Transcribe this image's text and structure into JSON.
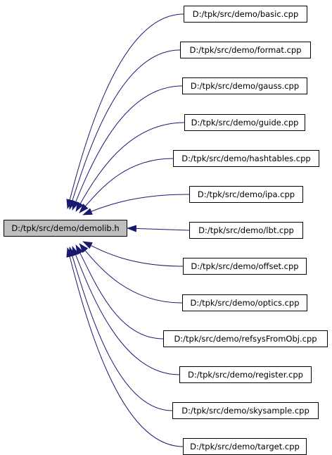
{
  "graph": {
    "root": {
      "label": "D:/tpk/src/demo/demolib.h",
      "fill": "#bfbfbf"
    },
    "includers": [
      {
        "label": "D:/tpk/src/demo/basic.cpp"
      },
      {
        "label": "D:/tpk/src/demo/format.cpp"
      },
      {
        "label": "D:/tpk/src/demo/gauss.cpp"
      },
      {
        "label": "D:/tpk/src/demo/guide.cpp"
      },
      {
        "label": "D:/tpk/src/demo/hashtables.cpp"
      },
      {
        "label": "D:/tpk/src/demo/ipa.cpp"
      },
      {
        "label": "D:/tpk/src/demo/lbt.cpp"
      },
      {
        "label": "D:/tpk/src/demo/offset.cpp"
      },
      {
        "label": "D:/tpk/src/demo/optics.cpp"
      },
      {
        "label": "D:/tpk/src/demo/refsysFromObj.cpp"
      },
      {
        "label": "D:/tpk/src/demo/register.cpp"
      },
      {
        "label": "D:/tpk/src/demo/skysample.cpp"
      },
      {
        "label": "D:/tpk/src/demo/target.cpp"
      }
    ],
    "edge_color": "#191970",
    "arrow_color": "#191970"
  }
}
